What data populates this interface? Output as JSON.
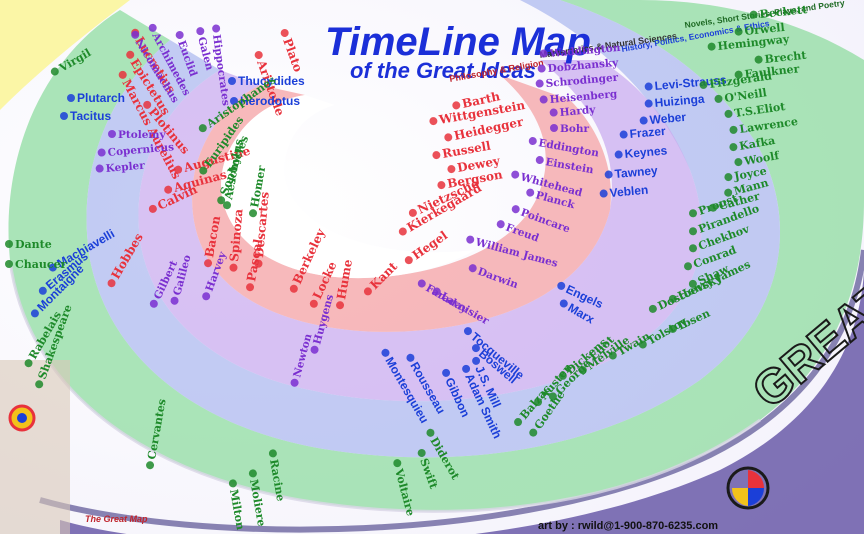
{
  "title": {
    "main": "TimeLine Map",
    "sub": "of the Great Ideas"
  },
  "bands": [
    {
      "key": "philosophy",
      "label": "Philosophy & Religion",
      "color": "#e8323c"
    },
    {
      "key": "math",
      "label": "Mathematics & Natural Sciences",
      "color": "#7a2fd0"
    },
    {
      "key": "history",
      "label": "History, Politics, Economics & Ethics",
      "color": "#1b3fd8"
    },
    {
      "key": "literature",
      "label": "Novels, Short Stories, Plays, and Poetry",
      "color": "#1e8a2a"
    }
  ],
  "names": {
    "philosophy": [
      "Plato",
      "Aristotle",
      "Lucretius",
      "Epictetus",
      "Marcus Aurelius",
      "Plotinus",
      "Augustine",
      "Aquinas",
      "Calvin",
      "Descartes",
      "Spinoza",
      "Pascal",
      "Bacon",
      "Hobbes",
      "Locke",
      "Berkeley",
      "Hume",
      "Kant",
      "Hegel",
      "Kierkegaard",
      "Nietzsche",
      "Bergson",
      "Dewey",
      "Russell",
      "Heidegger",
      "Wittgenstein",
      "Barth"
    ],
    "math": [
      "Euclid",
      "Archimedes",
      "Nicomachus",
      "Hippocrates",
      "Galen",
      "Ptolemy",
      "Copernicus",
      "Kepler",
      "Galileo",
      "Harvey",
      "Gilbert",
      "Huygens",
      "Newton",
      "Lavoisier",
      "Faraday",
      "Darwin",
      "William James",
      "Freud",
      "Poincare",
      "Planck",
      "Whitehead",
      "Einstein",
      "Eddington",
      "Bohr",
      "Hardy",
      "Heisenberg",
      "Schrodinger",
      "Dobzhansky",
      "Waddington"
    ],
    "history": [
      "Thucydides",
      "Herodotus",
      "Plutarch",
      "Tacitus",
      "Machiavelli",
      "Erasmus",
      "Montaigne",
      "Montesquieu",
      "Rousseau",
      "Gibbon",
      "Adam Smith",
      "J.S. Mill",
      "Boswell",
      "Tocqueville",
      "Marx",
      "Engels",
      "Veblen",
      "Tawney",
      "Keynes",
      "Frazer",
      "Weber",
      "Huizinga",
      "Levi-Strauss"
    ],
    "literature": [
      "Homer",
      "Aeschylus",
      "Sophocles",
      "Euripides",
      "Aristophanes",
      "Virgil",
      "Dante",
      "Chaucer",
      "Rabelais",
      "Shakespeare",
      "Cervantes",
      "Milton",
      "Moliere",
      "Racine",
      "Swift",
      "Voltaire",
      "Diderot",
      "Goethe",
      "Balzac",
      "Austen",
      "George Eliot",
      "Dickens",
      "Melville",
      "Twain",
      "Tolstoy",
      "Dostoevsky",
      "Ibsen",
      "Henry James",
      "Shaw",
      "Conrad",
      "Chekhov",
      "Pirandello",
      "Proust",
      "Cather",
      "Mann",
      "Joyce",
      "Woolf",
      "Kafka",
      "Lawrence",
      "T.S.Eliot",
      "O'Neill",
      "Fitzgerald",
      "Faulkner",
      "Brecht",
      "Hemingway",
      "Orwell",
      "Beckett"
    ]
  },
  "watermark": "GREAT MAP",
  "corner_credit": "The Great Map",
  "footer": "art by : rwild@1-900-870-6235.com"
}
